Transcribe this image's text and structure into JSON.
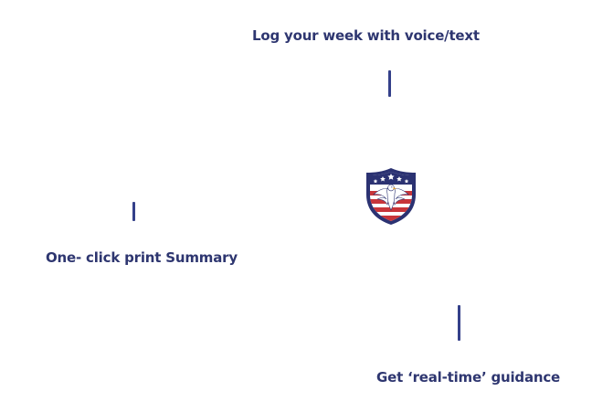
{
  "features": {
    "top": "Log your week with voice/text",
    "left": "One- click print Summary",
    "bottom": "Get ‘real-time’ guidance"
  },
  "logo": {
    "icon": "eagle-shield-icon",
    "colors": {
      "navy": "#2b3272",
      "red": "#c8353a",
      "white": "#ffffff"
    }
  },
  "colors": {
    "label_text": "#2e3670",
    "connector": "#34408a"
  }
}
